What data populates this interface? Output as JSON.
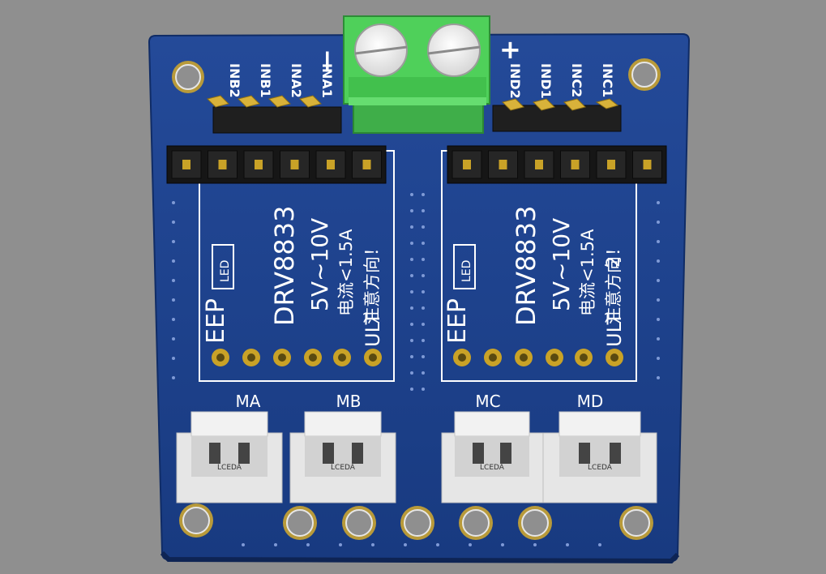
{
  "board": {
    "pcb_color": "#1e3f8a",
    "silk_color": "#ffffff",
    "pad_color": "#c9a227",
    "terminal_color": "#4fd05a"
  },
  "power": {
    "minus": "—",
    "plus": "+"
  },
  "header_left": {
    "pins": [
      "INB2",
      "INB1",
      "INA2",
      "INA1"
    ]
  },
  "header_right": {
    "pins": [
      "IND2",
      "IND1",
      "INC2",
      "INC1"
    ]
  },
  "modules": [
    {
      "chip": "DRV8833",
      "voltage": "5V~10V",
      "current": "电流<1.5A",
      "notice": "注意方向！",
      "eep": "EEP",
      "led": "LED",
      "ult": "ULT",
      "num": ""
    },
    {
      "chip": "DRV8833",
      "voltage": "5V~10V",
      "current": "电流<1.5A",
      "notice": "注意方向！",
      "eep": "EEP",
      "led": "LED",
      "ult": "ULT",
      "num": "2"
    }
  ],
  "connectors": [
    {
      "label": "MA",
      "brand": "LCEDA"
    },
    {
      "label": "MB",
      "brand": "LCEDA"
    },
    {
      "label": "MC",
      "brand": "LCEDA"
    },
    {
      "label": "MD",
      "brand": "LCEDA"
    }
  ]
}
